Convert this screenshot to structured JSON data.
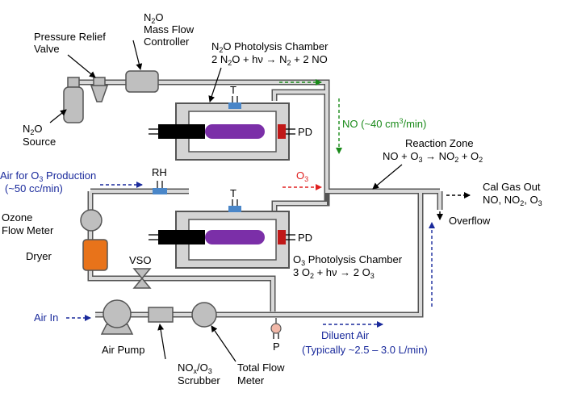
{
  "labels": {
    "pressure_relief_valve": [
      "Pressure Relief",
      "Valve"
    ],
    "mfc": [
      "N2O",
      "Mass Flow",
      "Controller"
    ],
    "n2o_source": [
      "N2O",
      "Source"
    ],
    "n2o_chamber_title": "N2O Photolysis Chamber",
    "n2o_chamber_eq": "2 N2O + hν → N2 + 2 NO",
    "t_top": "T",
    "t_bottom": "T",
    "pd_top": "PD",
    "pd_bottom": "PD",
    "no_flow": "NO (~40 cm³/min)",
    "reaction_zone": "Reaction Zone",
    "reaction_eq": "NO + O3 → NO2 + O2",
    "air_for_o3": [
      "Air for O3 Production",
      "(~50 cc/min)"
    ],
    "rh": "RH",
    "o3": "O3",
    "cal_gas": [
      "Cal Gas Out",
      "NO, NO2, O3"
    ],
    "overflow": "Overflow",
    "ozone_flow_meter": [
      "Ozone",
      "Flow Meter"
    ],
    "dryer": "Dryer",
    "vso": "VSO",
    "o3_chamber_title": "O3 Photolysis Chamber",
    "o3_chamber_eq": "3 O2 + hν → 2 O3",
    "air_in": "Air In",
    "air_pump": "Air Pump",
    "scrubber": [
      "NOx/O3",
      "Scrubber"
    ],
    "total_flow_meter": [
      "Total Flow",
      "Meter"
    ],
    "p": "P",
    "diluent_air": [
      "Diluent Air",
      "(Typically ~2.5 – 3.0 L/min)"
    ]
  },
  "colors": {
    "pipe": "#555555",
    "chamber": "#d4d4d4",
    "lamp_body": "#7b2fa8",
    "lamp_base": "#000000",
    "pd": "#c01818",
    "sensor": "#4a86c8",
    "dryer": "#e8731a",
    "flow_green": "#1a8a1a",
    "flow_blue": "#1a2a9c",
    "flow_red": "#e02020",
    "pressure_sensor": "#f2b8a8"
  }
}
